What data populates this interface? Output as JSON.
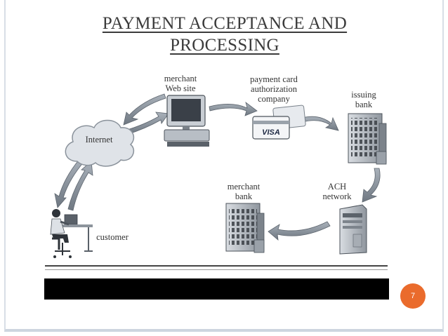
{
  "slide": {
    "title_line1": "PAYMENT ACCEPTANCE AND",
    "title_line2": "PROCESSING",
    "page_number": "7"
  },
  "diagram": {
    "merchant_web_site_line1": "merchant",
    "merchant_web_site_line2": "Web site",
    "card_company_line1": "payment card",
    "card_company_line2": "authorization",
    "card_company_line3": "company",
    "visa": "VISA",
    "issuing_bank_line1": "issuing",
    "issuing_bank_line2": "bank",
    "internet": "Internet",
    "ach_line1": "ACH",
    "ach_line2": "network",
    "merchant_bank_line1": "merchant",
    "merchant_bank_line2": "bank",
    "customer": "customer"
  },
  "colors": {
    "title": "#3b3b3b",
    "page_badge": "#ea6b2c",
    "arrows": "#8c96a0"
  }
}
